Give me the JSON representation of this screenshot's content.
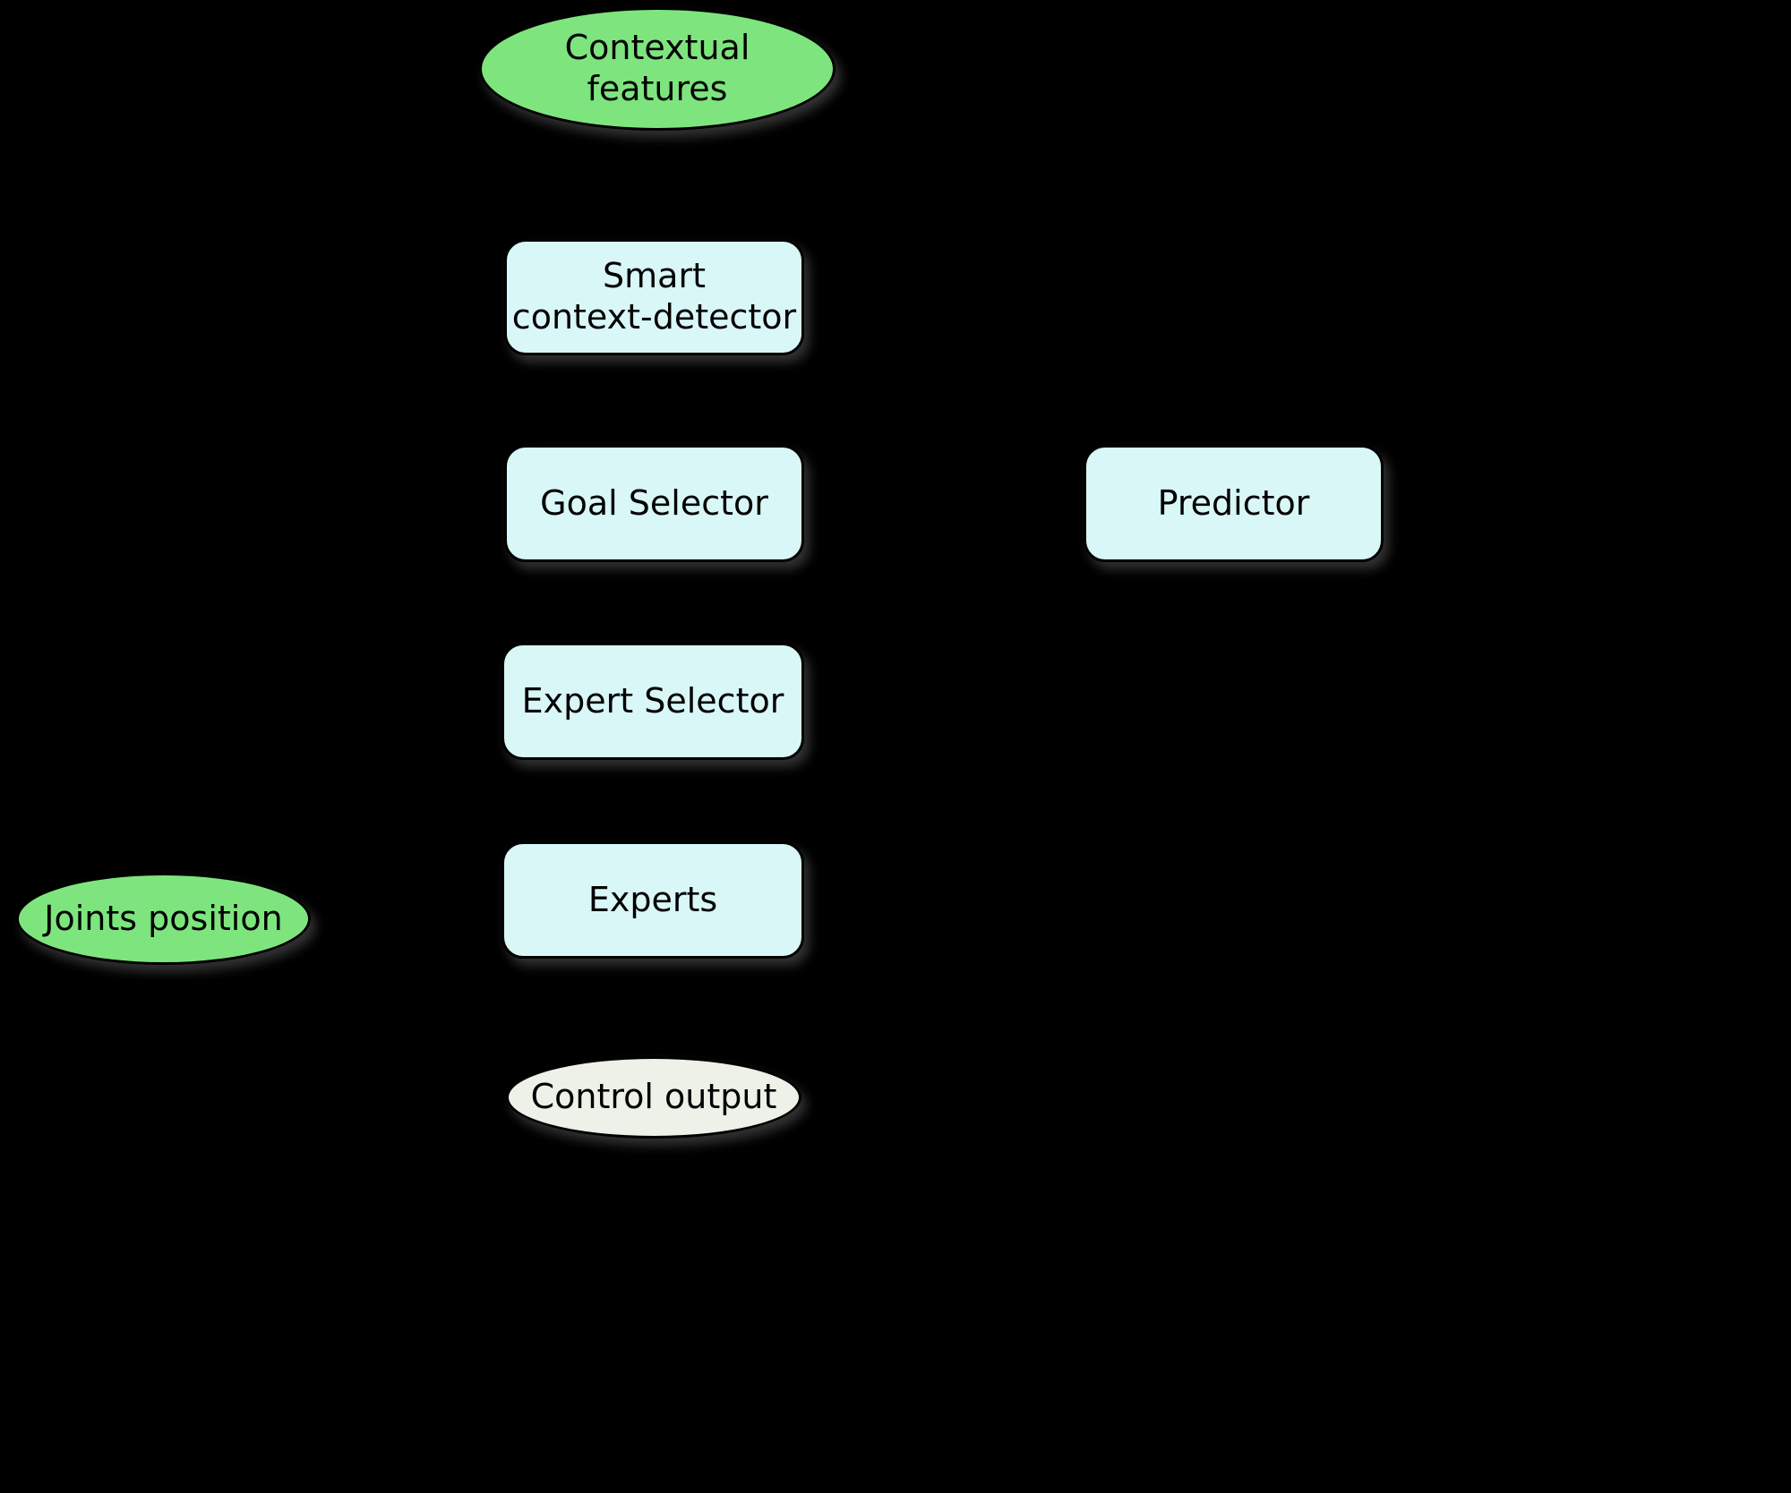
{
  "diagram": {
    "background_color": "#000000",
    "colors": {
      "input_node_fill": "#7ee57e",
      "process_node_fill": "#d9f7f7",
      "output_node_fill": "#edf1e8",
      "node_border": "#000000",
      "text": "#000000"
    },
    "nodes": [
      {
        "id": "contextual-features",
        "shape": "ellipse",
        "fill": "#7ee57e",
        "label": "Contextual\nfeatures"
      },
      {
        "id": "smart-context-detector",
        "shape": "rounded-rect",
        "fill": "#d9f7f7",
        "label": "Smart\ncontext-detector"
      },
      {
        "id": "goal-selector",
        "shape": "rounded-rect",
        "fill": "#d9f7f7",
        "label": "Goal Selector"
      },
      {
        "id": "predictor",
        "shape": "rounded-rect",
        "fill": "#d9f7f7",
        "label": "Predictor"
      },
      {
        "id": "expert-selector",
        "shape": "rounded-rect",
        "fill": "#d9f7f7",
        "label": "Expert Selector"
      },
      {
        "id": "experts",
        "shape": "rounded-rect",
        "fill": "#d9f7f7",
        "label": "Experts"
      },
      {
        "id": "joints-position",
        "shape": "ellipse",
        "fill": "#7ee57e",
        "label": "Joints position"
      },
      {
        "id": "control-output",
        "shape": "ellipse",
        "fill": "#edf1e8",
        "label": "Control output"
      }
    ]
  }
}
